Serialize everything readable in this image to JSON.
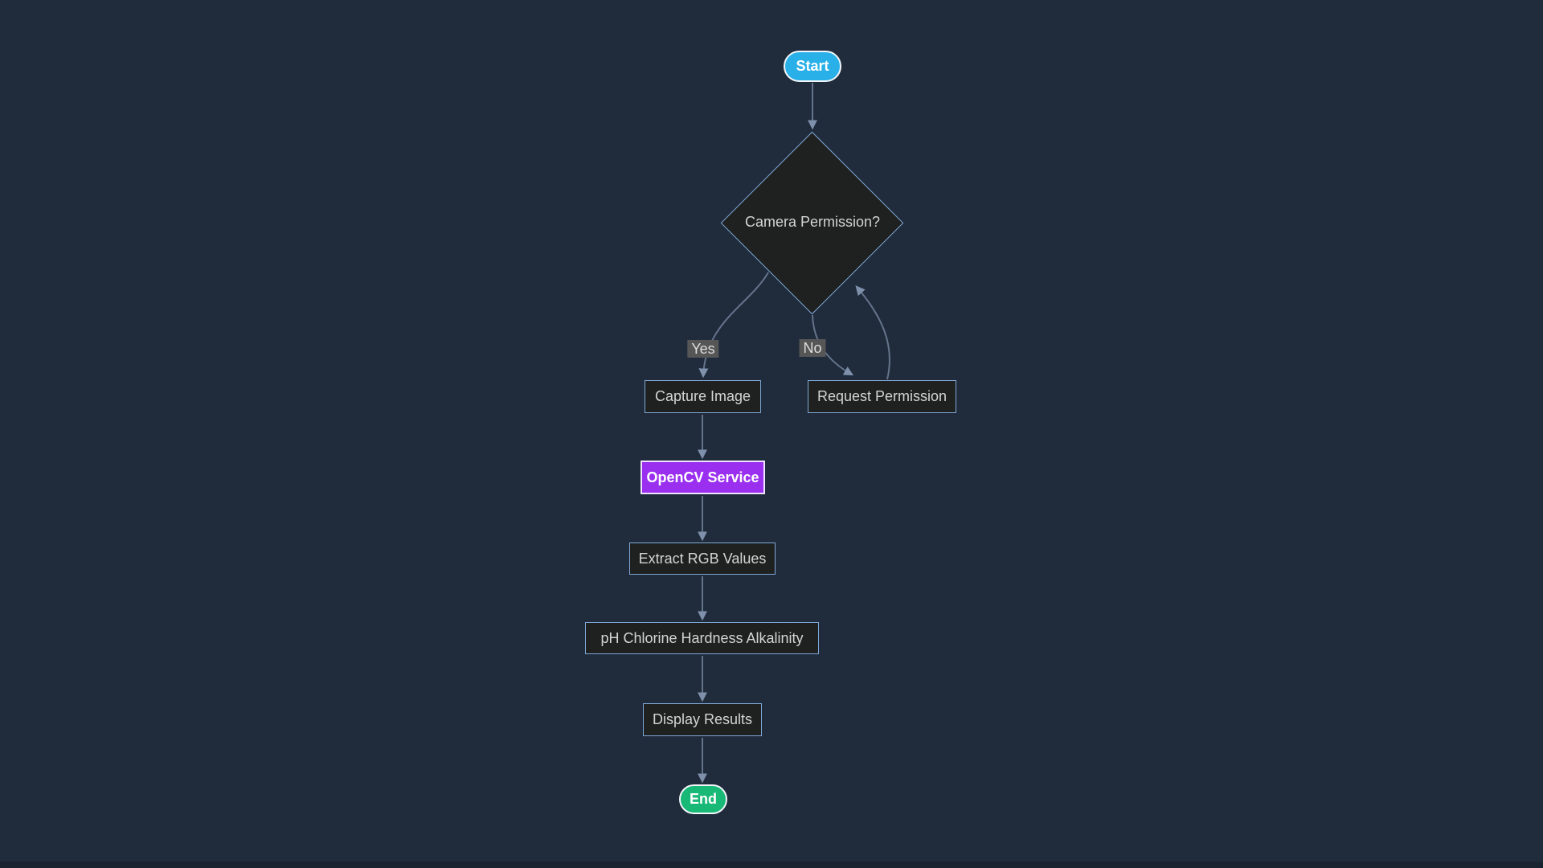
{
  "diagram": {
    "type": "flowchart",
    "direction": "top-down",
    "nodes": {
      "start": {
        "label": "Start",
        "shape": "stadium"
      },
      "decision": {
        "label": "Camera Permission?",
        "shape": "diamond"
      },
      "capture": {
        "label": "Capture Image",
        "shape": "rect"
      },
      "request": {
        "label": "Request Permission",
        "shape": "rect"
      },
      "opencv": {
        "label": "OpenCV Service",
        "shape": "rect"
      },
      "extract": {
        "label": "Extract RGB Values",
        "shape": "rect"
      },
      "params": {
        "label": "pH Chlorine Hardness Alkalinity",
        "shape": "rect"
      },
      "display": {
        "label": "Display Results",
        "shape": "rect"
      },
      "end": {
        "label": "End",
        "shape": "stadium"
      }
    },
    "edges": [
      {
        "from": "Start",
        "to": "Camera Permission?",
        "label": ""
      },
      {
        "from": "Camera Permission?",
        "to": "Capture Image",
        "label": "Yes"
      },
      {
        "from": "Camera Permission?",
        "to": "Request Permission",
        "label": "No"
      },
      {
        "from": "Request Permission",
        "to": "Camera Permission?",
        "label": ""
      },
      {
        "from": "Capture Image",
        "to": "OpenCV Service",
        "label": ""
      },
      {
        "from": "OpenCV Service",
        "to": "Extract RGB Values",
        "label": ""
      },
      {
        "from": "Extract RGB Values",
        "to": "pH Chlorine Hardness Alkalinity",
        "label": ""
      },
      {
        "from": "pH Chlorine Hardness Alkalinity",
        "to": "Display Results",
        "label": ""
      },
      {
        "from": "Display Results",
        "to": "End",
        "label": ""
      }
    ],
    "colors": {
      "background": "#202b3c",
      "node_fill": "#1f2020",
      "node_border": "#7ea8d8",
      "node_text": "#d4d4d4",
      "edge": "#64748b",
      "arrowhead": "#7e90aa",
      "edge_label_bg": "#565656",
      "edge_label_text": "#dedede",
      "start_fill": "#29b0e8",
      "end_fill": "#18b877",
      "opencv_fill": "#9a2ff0"
    }
  }
}
